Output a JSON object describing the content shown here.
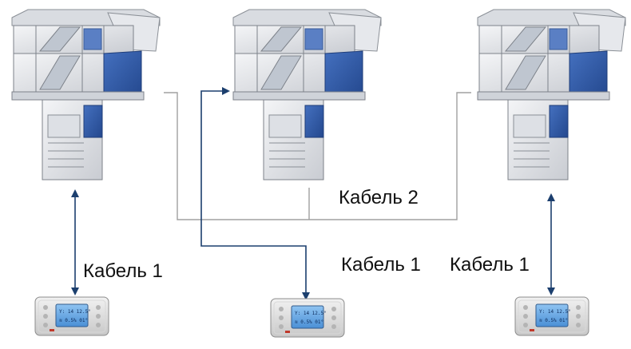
{
  "diagram": {
    "cable_labels": {
      "cable_2": "Кабель 2",
      "left": "Кабель 1",
      "middle": "Кабель 1",
      "right": "Кабель 1"
    },
    "controller_screen": {
      "line1": "Y: 14   12.5°",
      "line2": "≋ 0.5%  01°"
    },
    "colors": {
      "panel_blue": "#2f5aa8",
      "cable_grey": "#a0a0a0",
      "arrow_navy": "#1c3f6e",
      "lcd_blue": "#5aa0e0"
    },
    "units": [
      "ventilation-unit",
      "ventilation-unit",
      "ventilation-unit"
    ]
  }
}
